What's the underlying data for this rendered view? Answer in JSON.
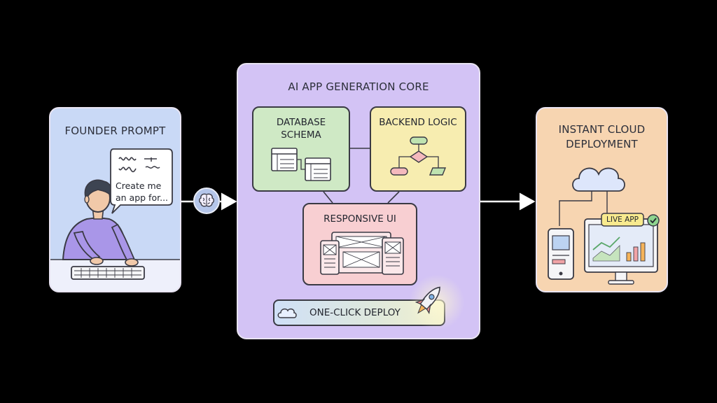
{
  "stage_left": {
    "title": "FOUNDER PROMPT",
    "bubble_line1": "Create me",
    "bubble_line2": "an app for..."
  },
  "stage_center": {
    "title": "AI APP GENERATION CORE",
    "database_title_line1": "DATABASE",
    "database_title_line2": "SCHEMA",
    "backend_title": "BACKEND LOGIC",
    "ui_title": "RESPONSIVE UI",
    "deploy_label": "ONE-CLICK DEPLOY"
  },
  "stage_right": {
    "title_line1": "INSTANT CLOUD",
    "title_line2": "DEPLOYMENT",
    "live_badge": "LIVE APP"
  },
  "icons": {
    "connector": "brain-icon",
    "founder": "person-typing-icon",
    "launch": "rocket-icon",
    "cloud": "cloud-icon"
  },
  "colors": {
    "founder_panel": "#c9d9f6",
    "core_panel": "#d3c3f5",
    "database_box": "#cfe9c5",
    "backend_box": "#f7edb0",
    "ui_box": "#f8cfd2",
    "deploy_panel": "#f7d5b1"
  }
}
